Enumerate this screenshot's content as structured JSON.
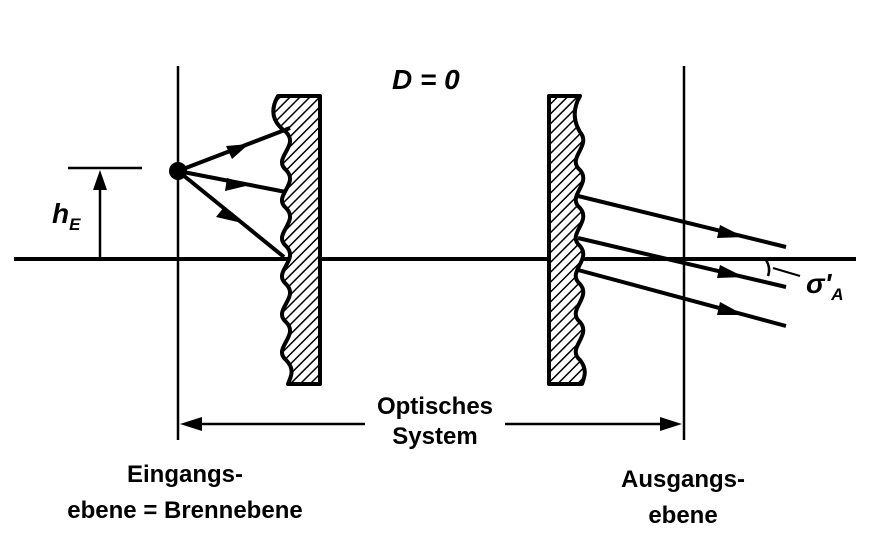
{
  "title": "D = 0",
  "labels": {
    "height_main": "h",
    "height_sub": "E",
    "angle_main": "σ'",
    "angle_sub": "A",
    "system_line1": "Optisches",
    "system_line2": "System",
    "input_line1": "Eingangs-",
    "input_line2": "ebene = Brennebene",
    "output_line1": "Ausgangs-",
    "output_line2": "ebene"
  }
}
